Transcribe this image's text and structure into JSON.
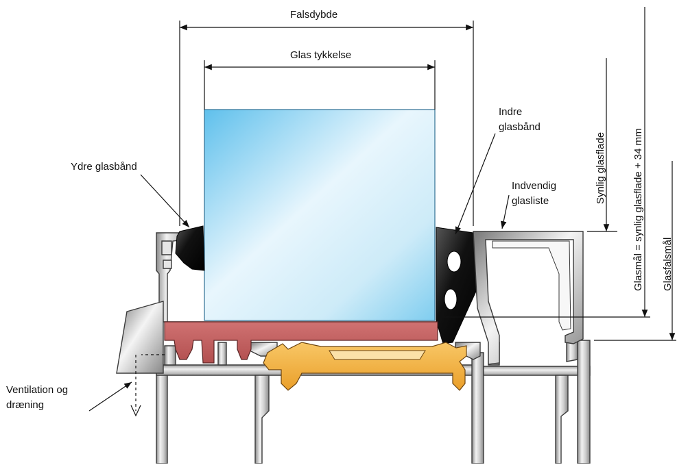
{
  "labels": {
    "falsdybde": "Falsdybde",
    "glas_tykkelse": "Glas tykkelse",
    "ydre_glasband": "Ydre glasbånd",
    "indre_glasband_1": "Indre",
    "indre_glasband_2": "glasbånd",
    "indvendig_glasliste_1": "Indvendig",
    "indvendig_glasliste_2": "glasliste",
    "synlig_glasflade": "Synlig glasflade",
    "glasmal": "Glasmål = synlig glasflade +  34 mm",
    "glasfalsmal": "Glasfalsmål",
    "ventilation_1": "Ventilation og",
    "ventilation_2": "dræning"
  },
  "colors": {
    "glass_light": "#eaf6fd",
    "glass_dark": "#5fc0ec",
    "gasket": "#1e1e1e",
    "setting_block": "#c15c5c",
    "thermal_break": "#f4b445",
    "aluminium_light": "#e9e9e9",
    "aluminium_dark": "#8d8d8d"
  }
}
